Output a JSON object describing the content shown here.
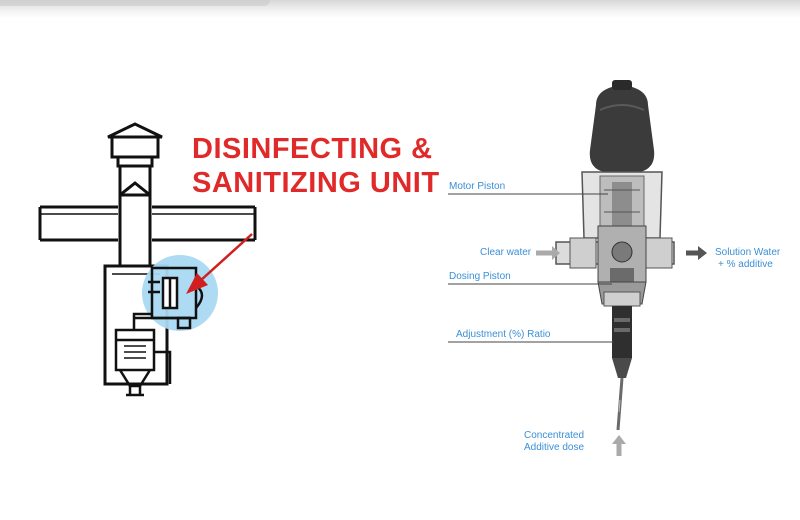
{
  "title": {
    "line1": "DISINFECTING &",
    "line2": "SANITIZING UNIT"
  },
  "labels": {
    "motor_piston": "Motor Piston",
    "clear_water": "Clear water",
    "solution_water_1": "Solution Water",
    "solution_water_2": "+ % additive",
    "dosing_piston": "Dosing Piston",
    "adjustment_ratio": "Adjustment (%) Ratio",
    "concentrated_1": "Concentrated",
    "concentrated_2": "Additive dose"
  },
  "colors": {
    "title_red": "#e02a2a",
    "label_blue": "#3a8fd6",
    "highlight_circle": "#a9d9f2",
    "arrow_red": "#d11f1f",
    "line_art": "#111111",
    "dispenser_gray": "#3b3b3b"
  },
  "icons": {
    "pointer_arrow": "red-arrow-icon",
    "flow_arrows": "gray-arrow-icon"
  }
}
